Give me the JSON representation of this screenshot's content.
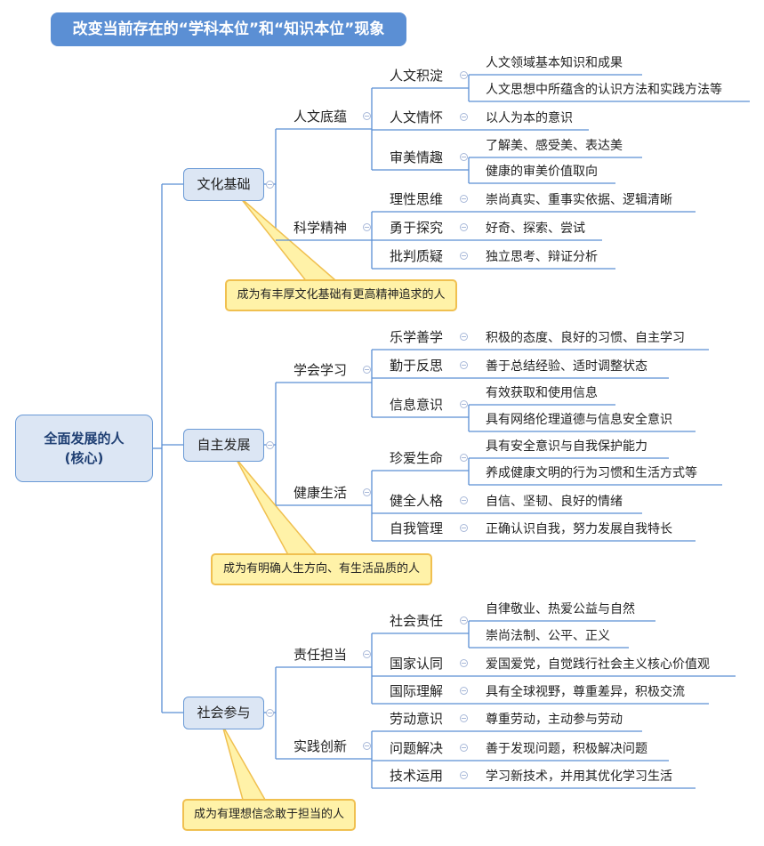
{
  "title": "改变当前存在的“学科本位”和“知识本位”现象",
  "root": {
    "line1": "全面发展的人",
    "line2": "(核心)"
  },
  "colors": {
    "line": "#5b8fd4",
    "box_fill": "#dce6f4",
    "note_fill": "#fff2a8",
    "note_border": "#f0c050"
  },
  "branches": [
    {
      "label": "文化基础",
      "note": "成为有丰厚文化基础有更高精神追求的人",
      "groups": [
        {
          "label": "人文底蕴",
          "items": [
            {
              "label": "人文积淀",
              "leaves": [
                "人文领域基本知识和成果",
                "人文思想中所蕴含的认识方法和实践方法等"
              ]
            },
            {
              "label": "人文情怀",
              "leaves": [
                "以人为本的意识"
              ]
            },
            {
              "label": "审美情趣",
              "leaves": [
                "了解美、感受美、表达美",
                "健康的审美价值取向"
              ]
            }
          ]
        },
        {
          "label": "科学精神",
          "items": [
            {
              "label": "理性思维",
              "leaves": [
                "崇尚真实、重事实依据、逻辑清晰"
              ]
            },
            {
              "label": "勇于探究",
              "leaves": [
                "好奇、探索、尝试"
              ]
            },
            {
              "label": "批判质疑",
              "leaves": [
                "独立思考、辩证分析"
              ]
            }
          ]
        }
      ]
    },
    {
      "label": "自主发展",
      "note": "成为有明确人生方向、有生活品质的人",
      "groups": [
        {
          "label": "学会学习",
          "items": [
            {
              "label": "乐学善学",
              "leaves": [
                "积极的态度、良好的习惯、自主学习"
              ]
            },
            {
              "label": "勤于反思",
              "leaves": [
                "善于总结经验、适时调整状态"
              ]
            },
            {
              "label": "信息意识",
              "leaves": [
                "有效获取和使用信息",
                "具有网络伦理道德与信息安全意识"
              ]
            }
          ]
        },
        {
          "label": "健康生活",
          "items": [
            {
              "label": "珍爱生命",
              "leaves": [
                "具有安全意识与自我保护能力",
                "养成健康文明的行为习惯和生活方式等"
              ]
            },
            {
              "label": "健全人格",
              "leaves": [
                "自信、坚韧、良好的情绪"
              ]
            },
            {
              "label": "自我管理",
              "leaves": [
                "正确认识自我，努力发展自我特长"
              ]
            }
          ]
        }
      ]
    },
    {
      "label": "社会参与",
      "note": "成为有理想信念敢于担当的人",
      "groups": [
        {
          "label": "责任担当",
          "items": [
            {
              "label": "社会责任",
              "leaves": [
                "自律敬业、热爱公益与自然",
                "崇尚法制、公平、正义"
              ]
            },
            {
              "label": "国家认同",
              "leaves": [
                "爱国爱党，自觉践行社会主义核心价值观"
              ]
            },
            {
              "label": "国际理解",
              "leaves": [
                "具有全球视野，尊重差异，积极交流"
              ]
            }
          ]
        },
        {
          "label": "实践创新",
          "items": [
            {
              "label": "劳动意识",
              "leaves": [
                "尊重劳动，主动参与劳动"
              ]
            },
            {
              "label": "问题解决",
              "leaves": [
                "善于发现问题，积极解决问题"
              ]
            },
            {
              "label": "技术运用",
              "leaves": [
                "学习新技术，并用其优化学习生活"
              ]
            }
          ]
        }
      ]
    }
  ]
}
